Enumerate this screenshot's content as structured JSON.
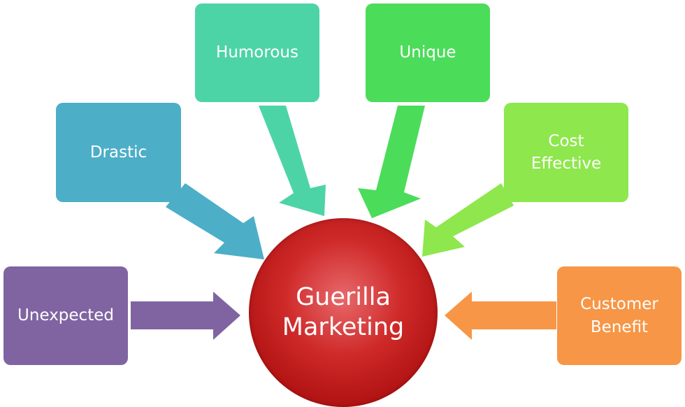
{
  "diagram": {
    "center": {
      "line1": "Guerilla",
      "line2": "Marketing",
      "color": "#c41e1e"
    },
    "nodes": [
      {
        "id": "humorous",
        "lines": [
          "Humorous"
        ],
        "color": "#4dd4a6"
      },
      {
        "id": "unique",
        "lines": [
          "Unique"
        ],
        "color": "#4bdc5a"
      },
      {
        "id": "drastic",
        "lines": [
          "Drastic"
        ],
        "color": "#4daec7"
      },
      {
        "id": "cost-effective",
        "lines": [
          "Cost",
          "Effective"
        ],
        "color": "#8ee74c"
      },
      {
        "id": "unexpected",
        "lines": [
          "Unexpected"
        ],
        "color": "#8064a2"
      },
      {
        "id": "customer-benefit",
        "lines": [
          "Customer",
          "Benefit"
        ],
        "color": "#f79646"
      }
    ]
  }
}
